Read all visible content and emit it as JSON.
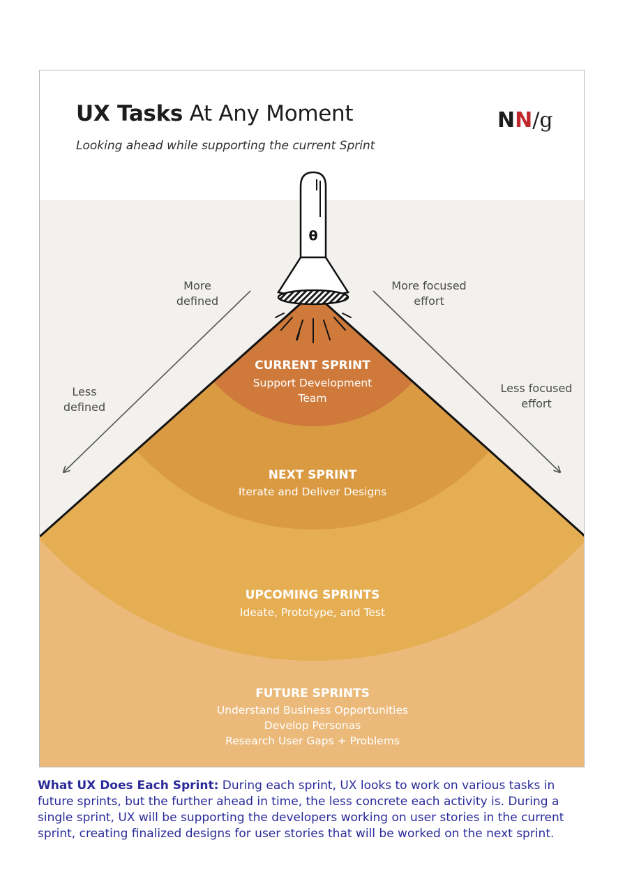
{
  "figure": {
    "title_bold": "UX Tasks",
    "title_rest": "At Any Moment",
    "subtitle": "Looking ahead while supporting the current Sprint",
    "logo": {
      "part1": "N",
      "part2": "N",
      "part3": "/g"
    },
    "flashlight_icon_glyph": "θ",
    "arrows": {
      "left_top": "More\ndefined",
      "left_bottom": "Less\ndefined",
      "right_top": "More focused\neffort",
      "right_bottom": "Less focused\neffort"
    },
    "bands": [
      {
        "title": "CURRENT SPRINT",
        "desc": "Support Development\nTeam"
      },
      {
        "title": "NEXT SPRINT",
        "desc": "Iterate and Deliver Designs"
      },
      {
        "title": "UPCOMING SPRINTS",
        "desc": "Ideate, Prototype, and Test"
      },
      {
        "title": "FUTURE SPRINTS",
        "desc": "Understand Business Opportunities\nDevelop Personas\nResearch User Gaps + Problems"
      }
    ],
    "colors": {
      "background_gray": "#f2f1ed",
      "current": "#cf7a3b",
      "next": "#da9a42",
      "upcoming": "#e5ae52",
      "future": "#ebba7b",
      "logo_accent": "#c0272d"
    }
  },
  "caption": {
    "lead": "What UX Does Each Sprint:",
    "body": " During each sprint, UX looks to work on various tasks in future sprints, but the further ahead in time, the less concrete each activity is. During a single sprint, UX will be supporting the developers working on user stories in the current sprint, creating finalized designs for user stories that will be worked on the next sprint."
  }
}
